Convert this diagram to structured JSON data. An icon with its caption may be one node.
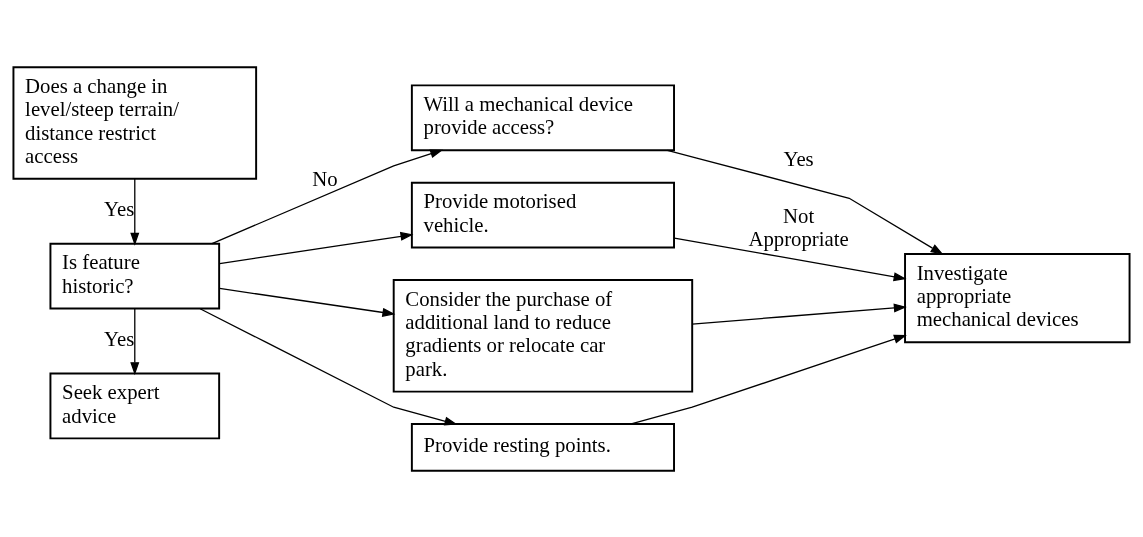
{
  "diagram": {
    "nodes": [
      {
        "text": [
          "Does a change in level/steep terrain/ distance restrict access"
        ]
      },
      {
        "text": [
          "Is feature historic?"
        ]
      },
      {
        "text": [
          "Seek expert advice"
        ]
      },
      {
        "text": [
          "Will a mechanical device provide access?"
        ]
      },
      {
        "text": [
          "Provide motorised vehicle."
        ]
      },
      {
        "text": [
          "Consider the purchase of additional land to reduce gradients or relocate car park."
        ]
      },
      {
        "text": [
          "Provide resting points."
        ]
      },
      {
        "text": [
          "Investigate appropriate mechanical devices"
        ]
      }
    ],
    "edges": [
      {
        "from": 0,
        "to": 1,
        "arrow": "to",
        "label": "Yes"
      },
      {
        "from": 1,
        "to": 2,
        "arrow": "to",
        "label": "Yes"
      },
      {
        "from": 1,
        "to": 3,
        "arrow": "to",
        "label": "No"
      },
      {
        "from": 1,
        "to": 4,
        "arrow": "to"
      },
      {
        "from": 1,
        "to": 5,
        "arrow": "to"
      },
      {
        "from": 1,
        "to": 6,
        "arrow": "to"
      },
      {
        "from": 3,
        "to": 7,
        "arrow": "to",
        "label": "Yes"
      },
      {
        "from": 4,
        "to": 7,
        "arrow": "to",
        "label": "Not Appropriate"
      },
      {
        "from": 5,
        "to": 7,
        "arrow": "to"
      },
      {
        "from": 6,
        "to": 7,
        "arrow": "to"
      }
    ]
  }
}
